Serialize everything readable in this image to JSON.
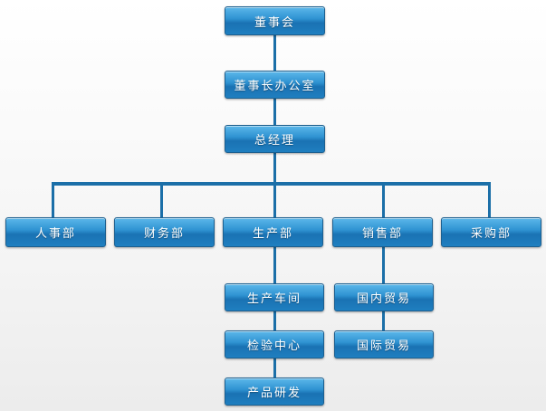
{
  "org_chart": {
    "board": "董事会",
    "chairman_office": "董事长办公室",
    "general_manager": "总经理",
    "departments": {
      "hr": "人事部",
      "finance": "财务部",
      "production": "生产部",
      "sales": "销售部",
      "purchasing": "采购部"
    },
    "production_units": {
      "workshop": "生产车间",
      "inspection_center": "检验中心",
      "rnd": "产品研发"
    },
    "sales_units": {
      "domestic_trade": "国内贸易",
      "international_trade": "国际贸易"
    }
  },
  "colors": {
    "node_top": "#5cb7ea",
    "node_bottom": "#1a72b3",
    "connector": "#1b6fa8",
    "text": "#ffffff"
  }
}
